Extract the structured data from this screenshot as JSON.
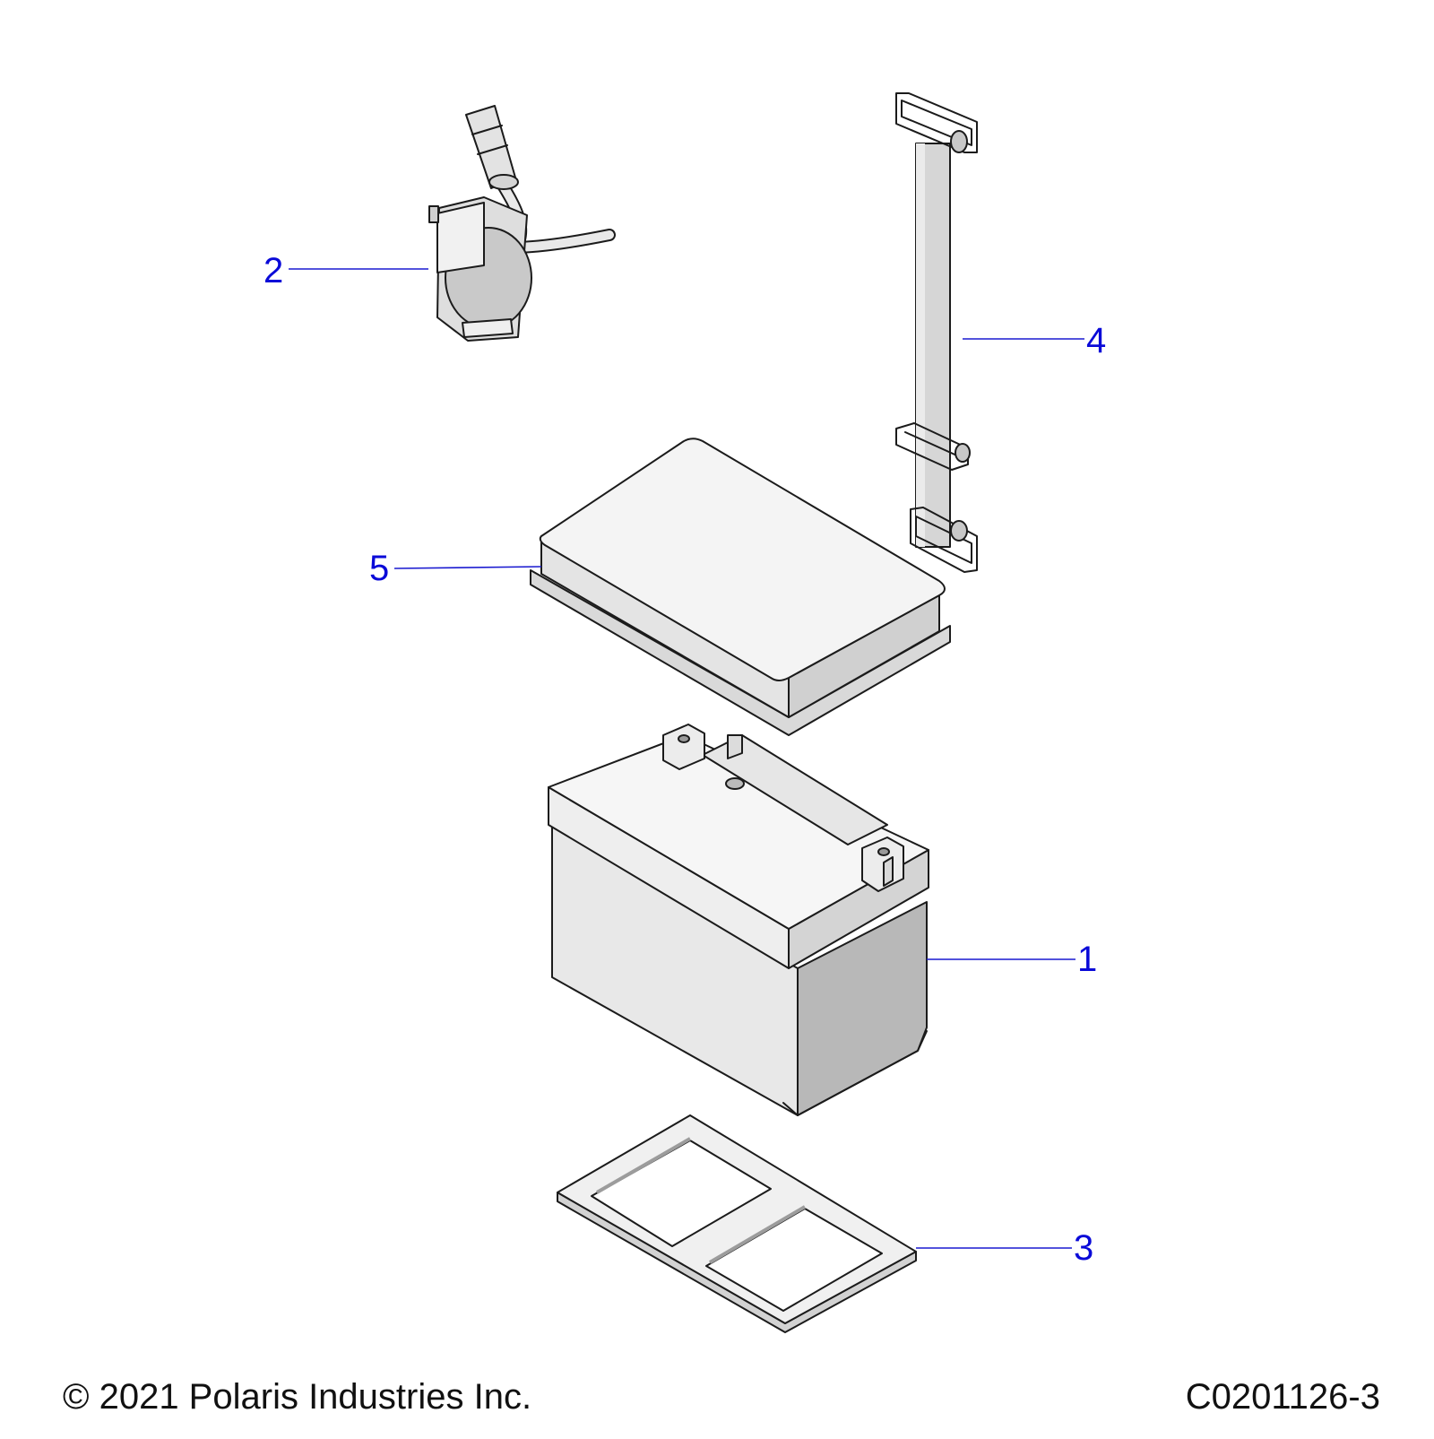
{
  "callouts": [
    {
      "id": "1",
      "label": "1"
    },
    {
      "id": "2",
      "label": "2"
    },
    {
      "id": "3",
      "label": "3"
    },
    {
      "id": "4",
      "label": "4"
    },
    {
      "id": "5",
      "label": "5"
    }
  ],
  "footer": {
    "copyright": "© 2021 Polaris Industries Inc.",
    "drawing_number": "C0201126-3"
  },
  "colors": {
    "callout": "#0a0ad8",
    "part_fill_light": "#f2f2f2",
    "part_fill_mid": "#dcdcdc",
    "part_fill_dark": "#b9b9b9",
    "outline": "#1b1b1b"
  }
}
